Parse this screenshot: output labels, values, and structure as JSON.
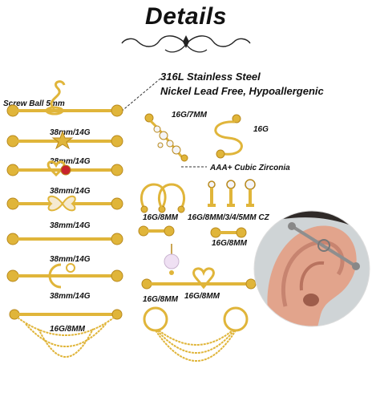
{
  "title": "Details",
  "specs": {
    "material": "316L Stainless Steel",
    "features": "Nickel Lead Free, Hypoallergenic",
    "screw_ball": "Screw Ball 5mm",
    "zirconia": "AAA+ Cubic Zirconia"
  },
  "left_items": [
    {
      "label": "38mm/14G",
      "icon": "snake-barbell-icon"
    },
    {
      "label": "38mm/14G",
      "icon": "star-barbell-icon"
    },
    {
      "label": "38mm/14G",
      "icon": "heart-gem-barbell-icon"
    },
    {
      "label": "38mm/14G",
      "icon": "butterfly-barbell-icon"
    },
    {
      "label": "38mm/14G",
      "icon": "plain-barbell-icon"
    },
    {
      "label": "38mm/14G",
      "icon": "moon-sun-barbell-icon"
    },
    {
      "label": "16G/8MM",
      "icon": "chain-ring-icon"
    }
  ],
  "right_items": {
    "cz_climber": "16G/7MM",
    "spiral": "16G",
    "horseshoe": "16G/8MM",
    "cz_studs": "16G/8MM/3/4/5MM CZ",
    "small_bar_left": "",
    "small_bar_right": "16G/8MM",
    "pearl_heart": "16G/8MM",
    "double_chain": "16G/8MM"
  },
  "colors": {
    "gold": "#e0b53a",
    "gold_dark": "#b8891c",
    "gem_red": "#c8232c",
    "skin": "#e2a48c"
  }
}
